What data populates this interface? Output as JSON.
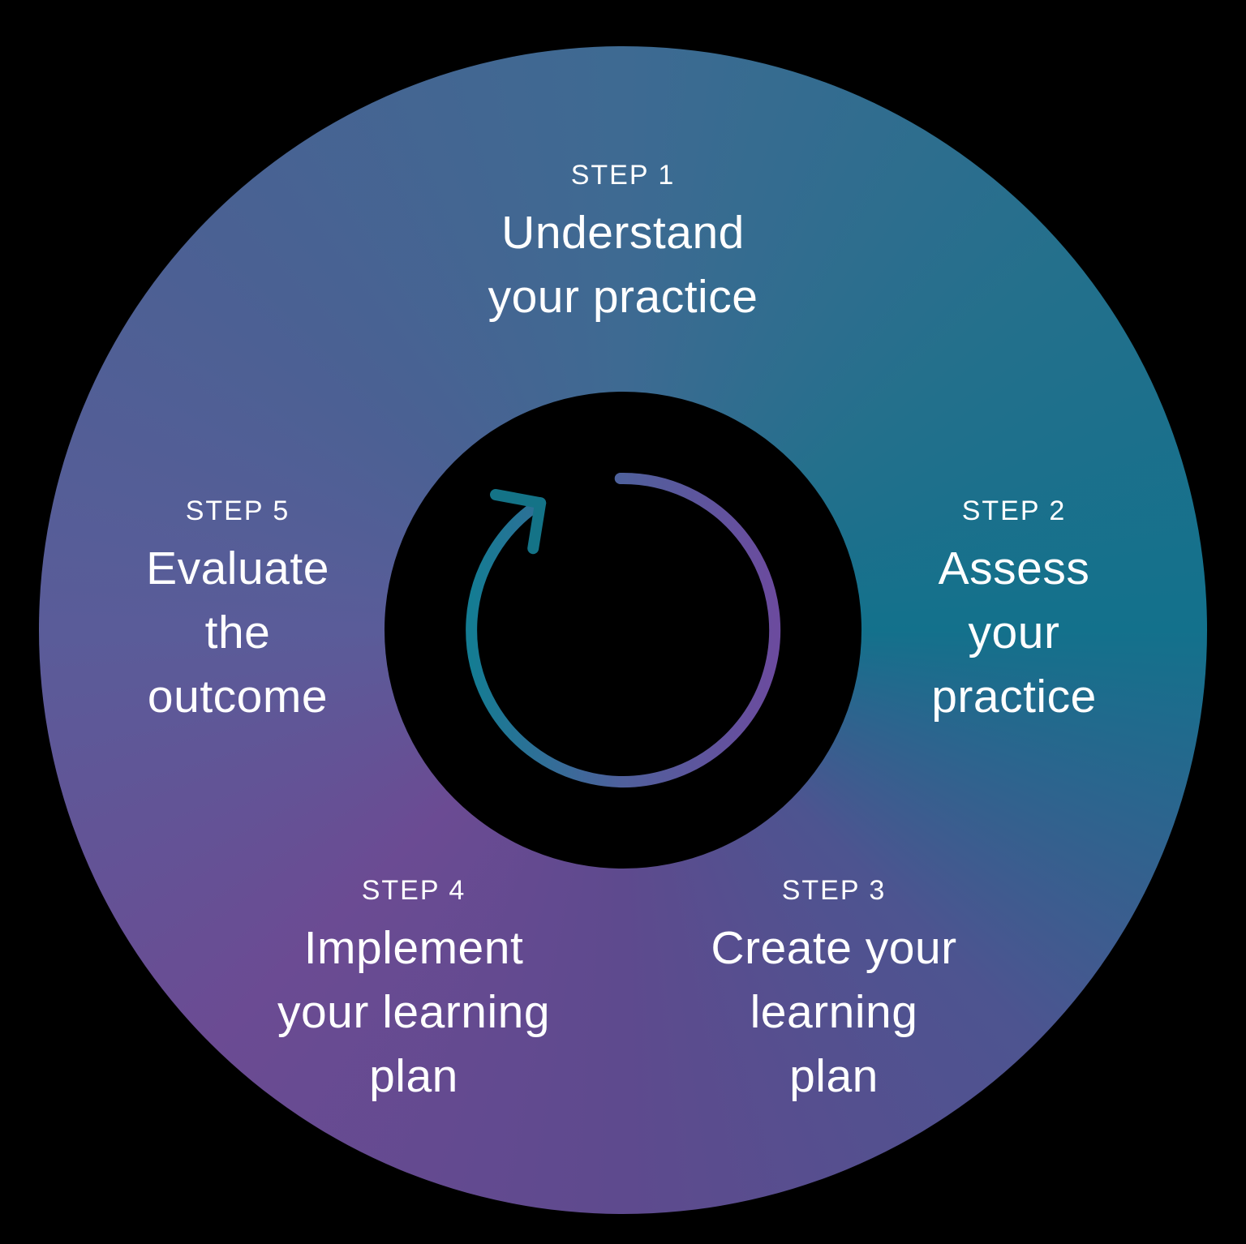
{
  "diagram": {
    "kind": "circular-process-cycle",
    "center_icon": "cycle-arrow-clockwise"
  },
  "steps": [
    {
      "label": "STEP 1",
      "lines": [
        "Understand",
        "your practice"
      ]
    },
    {
      "label": "STEP 2",
      "lines": [
        "Assess",
        "your",
        "practice"
      ]
    },
    {
      "label": "STEP 3",
      "lines": [
        "Create your",
        "learning",
        "plan"
      ]
    },
    {
      "label": "STEP 4",
      "lines": [
        "Implement",
        "your learning",
        "plan"
      ]
    },
    {
      "label": "STEP 5",
      "lines": [
        "Evaluate",
        "the",
        "outcome"
      ]
    }
  ],
  "colors": {
    "background": "#000000",
    "text": "#ffffff",
    "donut_top": "#3e6a92",
    "donut_top_right": "#23708c",
    "donut_right": "#13718c",
    "donut_bottom_right": "#4d5490",
    "donut_bottom": "#5e4a8e",
    "donut_bottom_left": "#6b4b93",
    "donut_left": "#5a5c99",
    "donut_top_left": "#4a6193",
    "ring_teal": "#147c93",
    "ring_mid": "#50609c",
    "ring_purple": "#6b4b9e",
    "arrow_head_teal": "#147387"
  }
}
